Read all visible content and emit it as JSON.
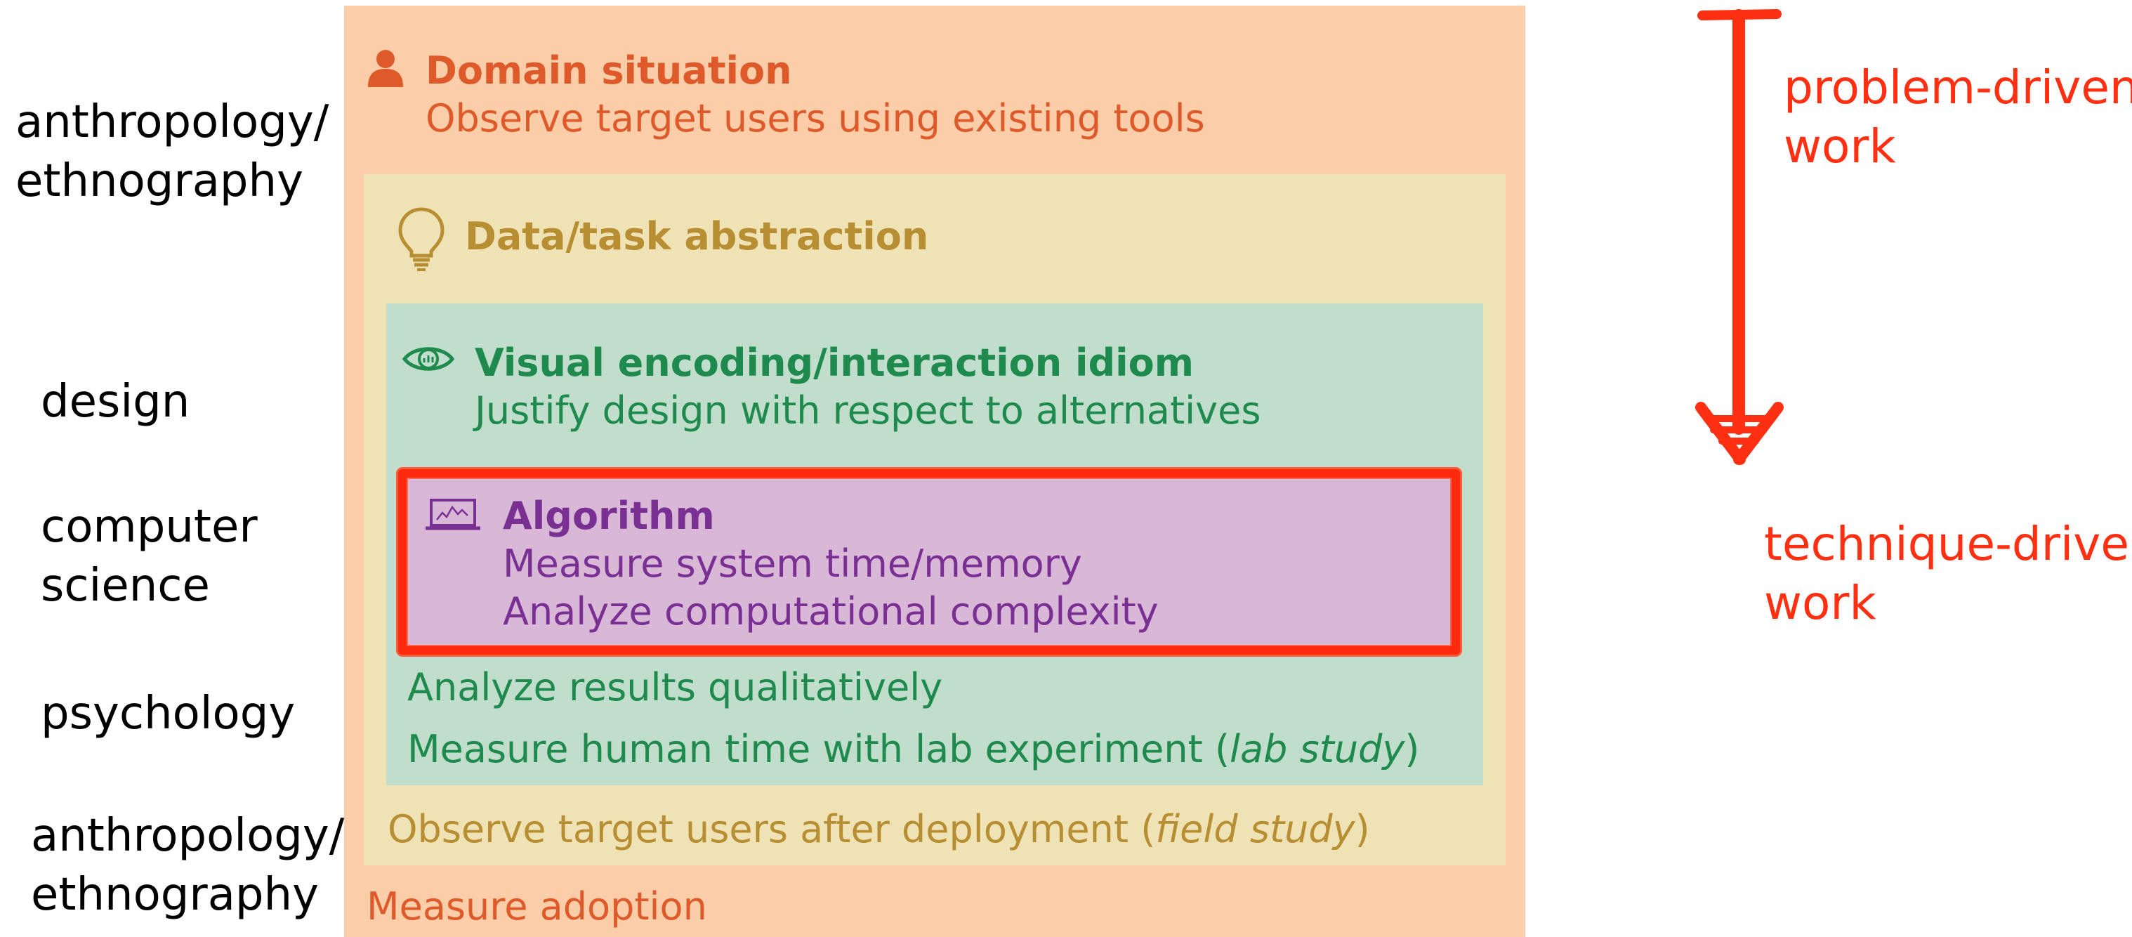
{
  "disciplines": {
    "top_1": "anthropology/",
    "top_2": "ethnography",
    "design": "design",
    "cs_1": "computer",
    "cs_2": "science",
    "psychology": "psychology",
    "bottom_1": "anthropology/",
    "bottom_2": "ethnography"
  },
  "levels": {
    "domain": {
      "title": "Domain situation",
      "upstream": "Observe target users using existing tools",
      "downstream": "Measure adoption",
      "icon": "person-icon",
      "color": "#de5a2a"
    },
    "abstraction": {
      "title": "Data/task abstraction",
      "downstream_prefix": "Observe target users after deployment (",
      "downstream_italic": "field study",
      "downstream_suffix": ")",
      "icon": "lightbulb-icon",
      "color": "#b88e33"
    },
    "idiom": {
      "title": "Visual encoding/interaction idiom",
      "upstream": "Justify design with respect to alternatives",
      "downstream_1": "Analyze results qualitatively",
      "downstream_2_prefix": "Measure human time with lab experiment (",
      "downstream_2_italic": "lab study",
      "downstream_2_suffix": ")",
      "icon": "eye-icon",
      "color": "#1e8a4e"
    },
    "algorithm": {
      "title": "Algorithm",
      "line_1": "Measure system time/memory",
      "line_2": "Analyze computational complexity",
      "icon": "laptop-icon",
      "color": "#7a2f93"
    }
  },
  "arrow": {
    "top_label_1": "problem-driven",
    "top_label_2": "work",
    "bottom_label_1": "technique-driven",
    "bottom_label_2": "work",
    "color": "#ff2f12"
  }
}
